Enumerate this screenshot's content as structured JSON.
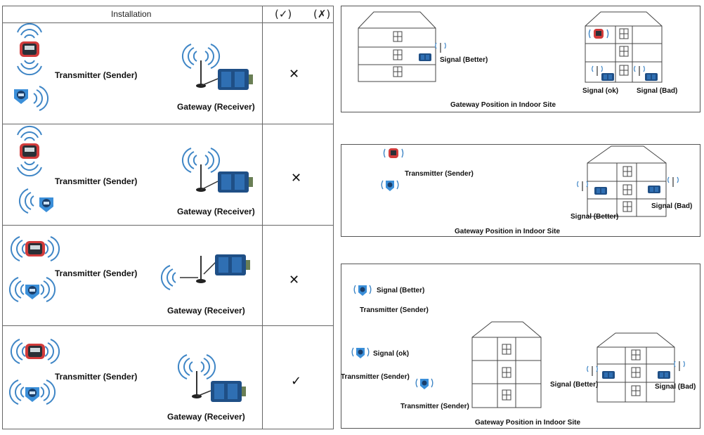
{
  "table": {
    "header": {
      "installation": "Installation",
      "ok_symbol": "(✓)",
      "bad_symbol": "(✗)"
    },
    "rows": [
      {
        "sender_label": "Transmitter (Sender)",
        "receiver_label": "Gateway (Receiver)",
        "result": "✕"
      },
      {
        "sender_label": "Transmitter (Sender)",
        "receiver_label": "Gateway (Receiver)",
        "result": "✕"
      },
      {
        "sender_label": "Transmitter (Sender)",
        "receiver_label": "Gateway (Receiver)",
        "result": "✕"
      },
      {
        "sender_label": "Transmitter (Sender)",
        "receiver_label": "Gateway (Receiver)",
        "result": "✓"
      }
    ]
  },
  "panels": [
    {
      "caption": "Gateway Position in Indoor Site",
      "labels": {
        "better": "Signal (Better)",
        "ok": "Signal (ok)",
        "bad": "Signal (Bad)"
      }
    },
    {
      "caption": "Gateway Position in Indoor Site",
      "labels": {
        "sender": "Transmitter (Sender)",
        "better": "Signal (Better)",
        "bad": "Signal (Bad)"
      }
    },
    {
      "caption": "Gateway Position in Indoor Site",
      "labels": {
        "better_top": "Signal (Better)",
        "sender_1": "Transmitter (Sender)",
        "ok": "Signal (ok)",
        "sender_2": "Transmitter (Sender)",
        "sender_3": "Transmitter (Sender)",
        "better": "Signal (Better)",
        "bad": "Signal (Bad)"
      }
    }
  ],
  "colors": {
    "wave": "#3f86c6",
    "device_red": "#d13b3b",
    "device_dark": "#2a2f36",
    "gateway_blue": "#1f4f86",
    "sensor_blue": "#3b8fd9",
    "line": "#555555"
  }
}
